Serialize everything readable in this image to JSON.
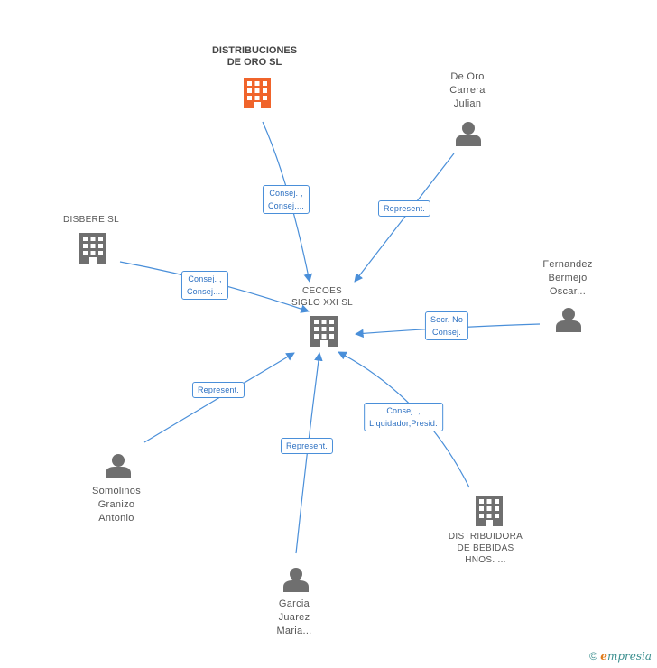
{
  "colors": {
    "edge": "#4a8fd9",
    "company_icon": "#6f6f6f",
    "highlight_icon": "#f0642b",
    "person_icon": "#6f6f6f"
  },
  "nodes": {
    "center": {
      "label_lines": [
        "CECOES",
        "SIGLO XXI  SL"
      ],
      "icon": "building-icon"
    },
    "distribuciones_oro": {
      "label_lines": [
        "DISTRIBUCIONES",
        "DE ORO SL"
      ],
      "icon": "building-icon-highlight"
    },
    "de_oro_carrera": {
      "label_lines": [
        "De Oro",
        "Carrera",
        "Julian"
      ],
      "icon": "person-icon"
    },
    "disbere": {
      "label_lines": [
        "DISBERE  SL"
      ],
      "icon": "building-icon"
    },
    "fernandez_bermejo": {
      "label_lines": [
        "Fernandez",
        "Bermejo",
        "Oscar..."
      ],
      "icon": "person-icon"
    },
    "somolinos": {
      "label_lines": [
        "Somolinos",
        "Granizo",
        "Antonio"
      ],
      "icon": "person-icon"
    },
    "garcia_juarez": {
      "label_lines": [
        "Garcia",
        "Juarez",
        "Maria..."
      ],
      "icon": "person-icon"
    },
    "distribuidora_bebidas": {
      "label_lines": [
        "DISTRIBUIDORA",
        "DE BEBIDAS",
        "HNOS. ..."
      ],
      "icon": "building-icon"
    }
  },
  "edges": {
    "distribuciones_oro": [
      "Consej. ,",
      "Consej...."
    ],
    "de_oro_carrera": [
      "Represent."
    ],
    "disbere": [
      "Consej. ,",
      "Consej...."
    ],
    "fernandez_bermejo": [
      "Secr.  No",
      "Consej."
    ],
    "somolinos": [
      "Represent."
    ],
    "garcia_juarez": [
      "Represent."
    ],
    "distribuidora_bebidas": [
      "Consej. ,",
      "Liquidador,Presid."
    ]
  },
  "footer": {
    "copyright_symbol": "©",
    "brand_e": "e",
    "brand_rest": "mpresia"
  }
}
